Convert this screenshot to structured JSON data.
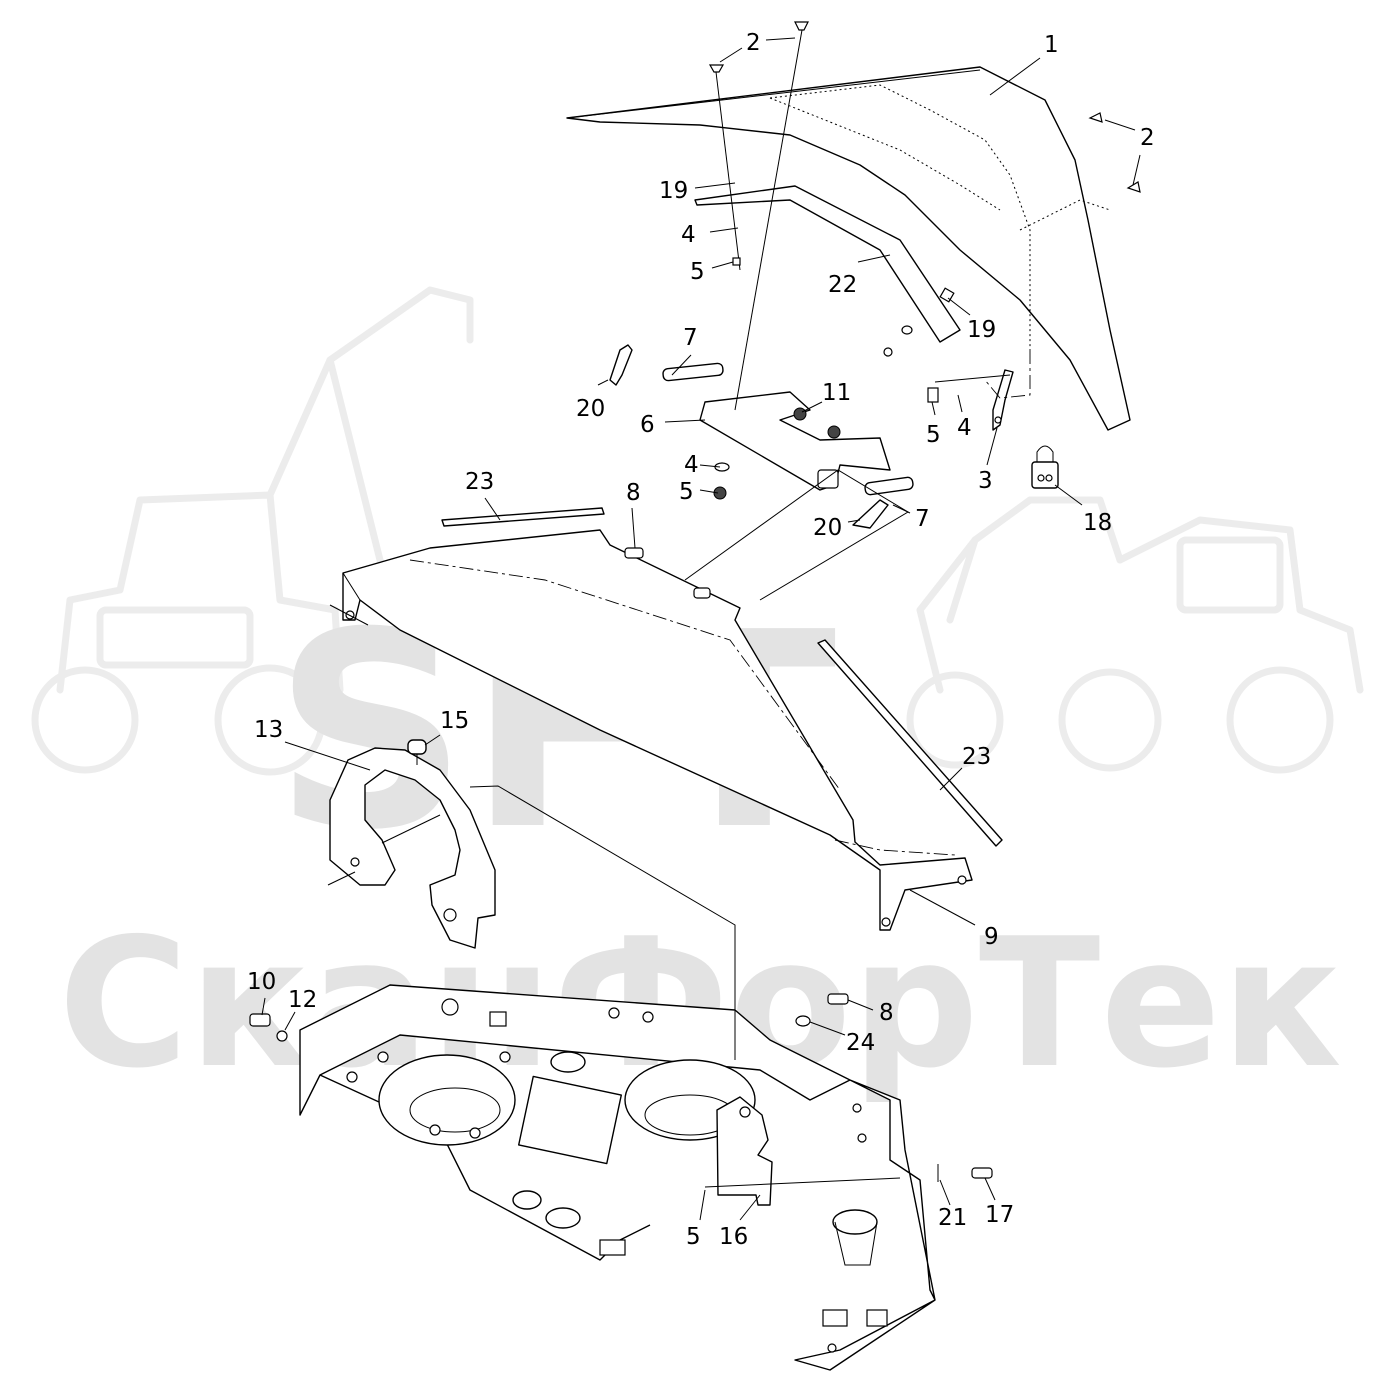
{
  "watermark": {
    "logo": "SFT",
    "company": "СканФорТек"
  },
  "callouts": [
    {
      "id": "c-1",
      "label": "1"
    },
    {
      "id": "c-2a",
      "label": "2"
    },
    {
      "id": "c-2b",
      "label": "2"
    },
    {
      "id": "c-19a",
      "label": "19"
    },
    {
      "id": "c-4a",
      "label": "4"
    },
    {
      "id": "c-5a",
      "label": "5"
    },
    {
      "id": "c-22",
      "label": "22"
    },
    {
      "id": "c-19b",
      "label": "19"
    },
    {
      "id": "c-7a",
      "label": "7"
    },
    {
      "id": "c-20a",
      "label": "20"
    },
    {
      "id": "c-11",
      "label": "11"
    },
    {
      "id": "c-6",
      "label": "6"
    },
    {
      "id": "c-5b",
      "label": "5"
    },
    {
      "id": "c-4b",
      "label": "4"
    },
    {
      "id": "c-3",
      "label": "3"
    },
    {
      "id": "c-18",
      "label": "18"
    },
    {
      "id": "c-4c",
      "label": "4"
    },
    {
      "id": "c-5c",
      "label": "5"
    },
    {
      "id": "c-23a",
      "label": "23"
    },
    {
      "id": "c-8a",
      "label": "8"
    },
    {
      "id": "c-20b",
      "label": "20"
    },
    {
      "id": "c-7b",
      "label": "7"
    },
    {
      "id": "c-13",
      "label": "13"
    },
    {
      "id": "c-15",
      "label": "15"
    },
    {
      "id": "c-23b",
      "label": "23"
    },
    {
      "id": "c-9",
      "label": "9"
    },
    {
      "id": "c-10",
      "label": "10"
    },
    {
      "id": "c-12",
      "label": "12"
    },
    {
      "id": "c-8b",
      "label": "8"
    },
    {
      "id": "c-24",
      "label": "24"
    },
    {
      "id": "c-5d",
      "label": "5"
    },
    {
      "id": "c-16",
      "label": "16"
    },
    {
      "id": "c-21",
      "label": "21"
    },
    {
      "id": "c-17",
      "label": "17"
    }
  ]
}
